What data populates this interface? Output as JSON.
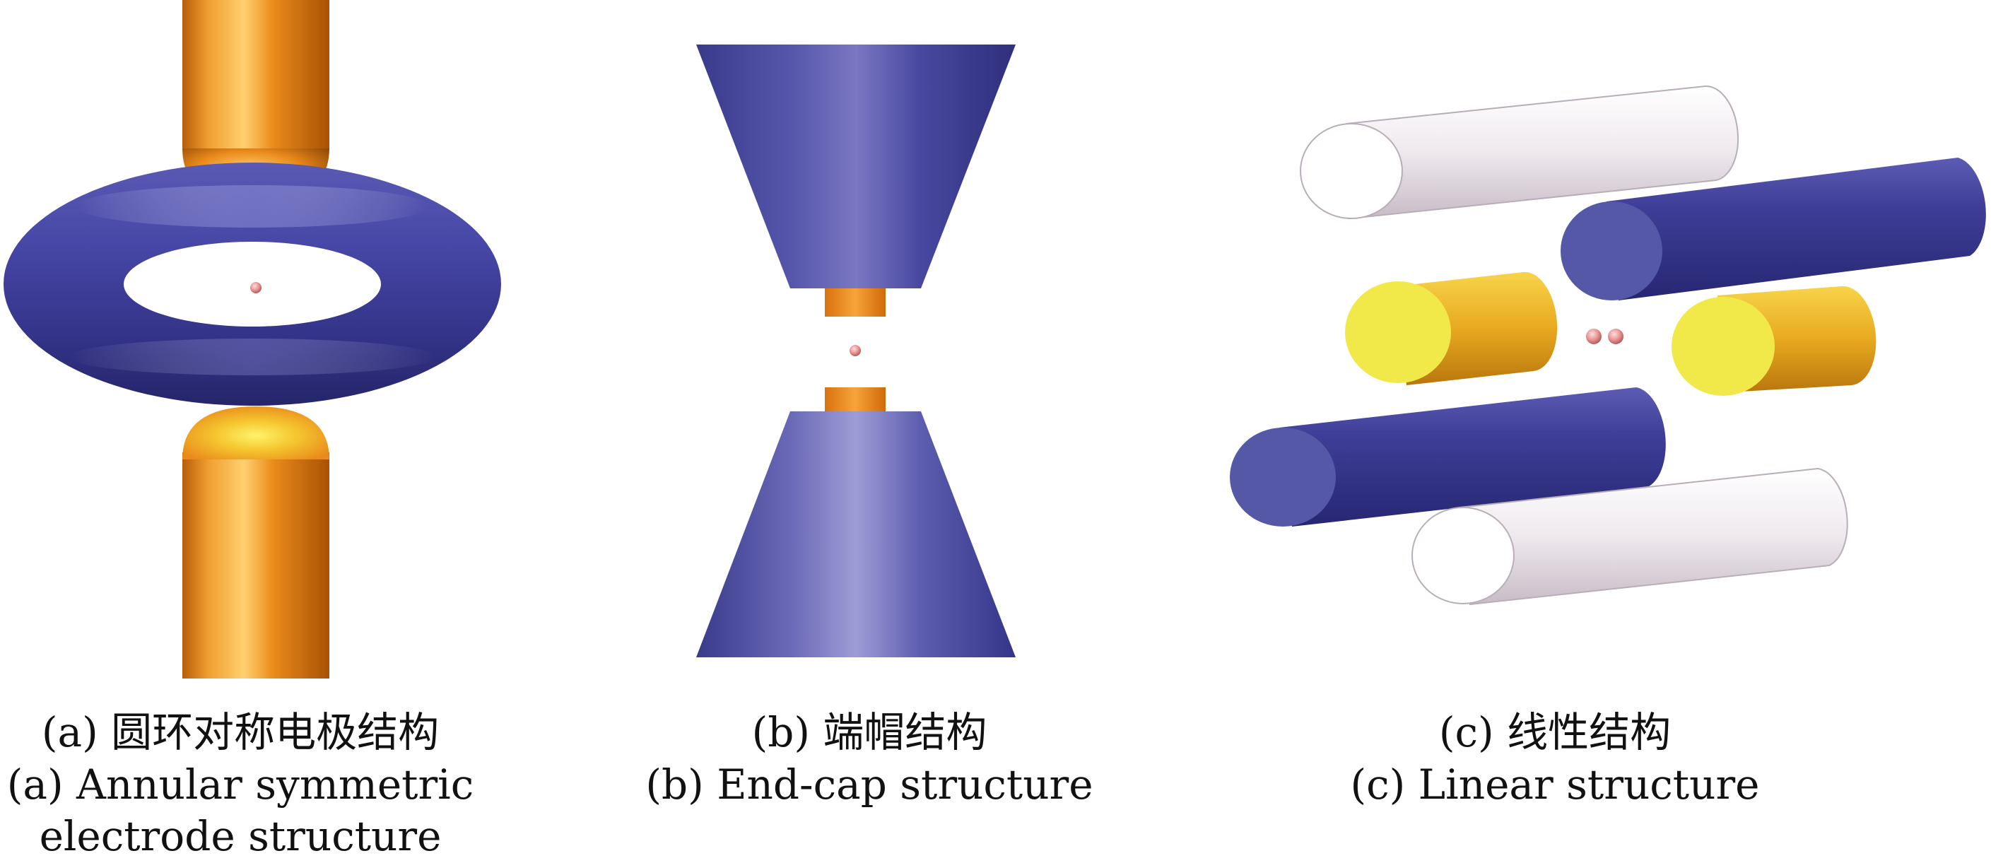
{
  "figure": {
    "panels": [
      {
        "id": "a",
        "caption_cn": "(a) 圆环对称电极结构",
        "caption_en_lines": [
          "(a) Annular symmetric",
          "electrode structure"
        ]
      },
      {
        "id": "b",
        "caption_cn": "(b) 端帽结构",
        "caption_en_lines": [
          "(b) End-cap structure"
        ]
      },
      {
        "id": "c",
        "caption_cn": "(c) 线性结构",
        "caption_en_lines": [
          "(c) Linear structure"
        ]
      }
    ],
    "colors": {
      "electrode_orange": "#e98a1a",
      "electrode_blue": "#3f3f9a",
      "electrode_white": "#f1eef2",
      "electrode_yellow": "#f1e94a",
      "ion": "#e89090"
    }
  }
}
